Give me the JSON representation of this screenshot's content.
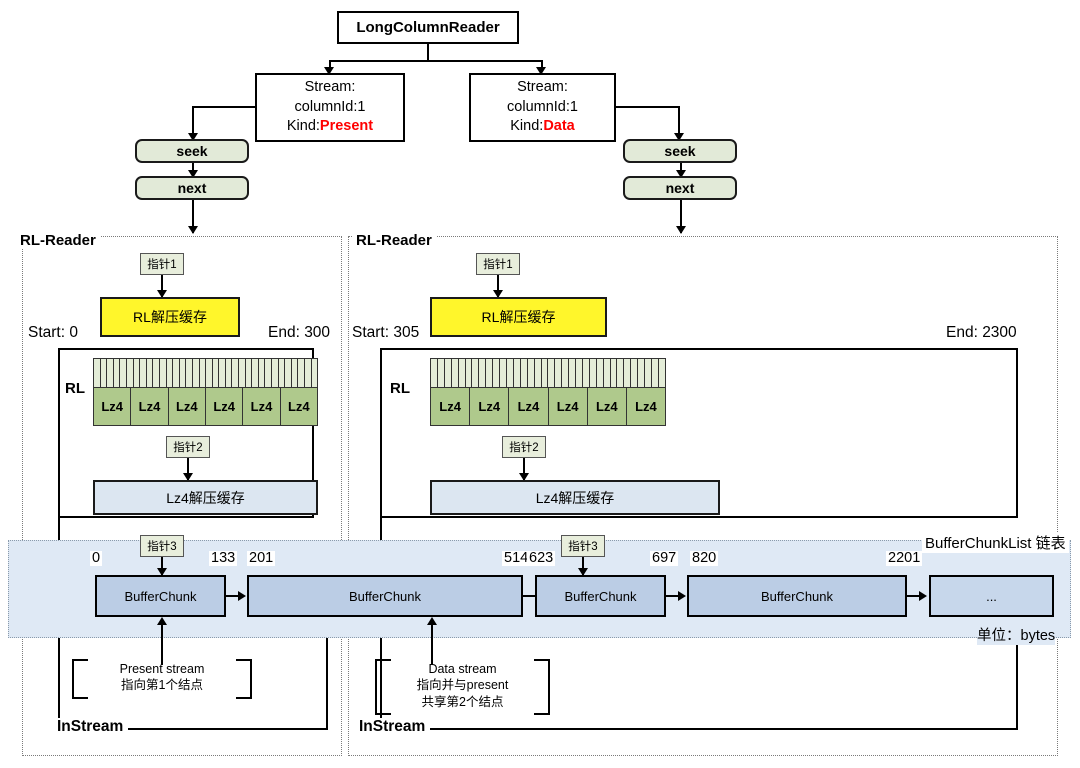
{
  "diagram": {
    "root": {
      "label": "LongColumnReader"
    },
    "streams": [
      {
        "line1": "Stream:",
        "line2": "columnId:1",
        "kind_label": "Kind:",
        "kind_value": "Present"
      },
      {
        "line1": "Stream:",
        "line2": "columnId:1",
        "kind_label": "Kind:",
        "kind_value": "Data"
      }
    ],
    "methods": [
      {
        "seek": "seek",
        "next": "next"
      },
      {
        "seek": "seek",
        "next": "next"
      }
    ],
    "readers": [
      {
        "title": "RL-Reader",
        "pointer1": "指针1",
        "decomp_buffer": "RL解压缓存",
        "start": "Start: 0",
        "end": "End: 300",
        "rl_label": "RL",
        "lz4_blocks": [
          "Lz4",
          "Lz4",
          "Lz4",
          "Lz4",
          "Lz4",
          "Lz4"
        ],
        "fine_cell_count": 34,
        "pointer2": "指针2",
        "lz4_buffer": "Lz4解压缓存",
        "pointer3": "指针3",
        "instream": "InStream",
        "callout": [
          "Present stream",
          "指向第1个结点"
        ]
      },
      {
        "title": "RL-Reader",
        "pointer1": "指针1",
        "decomp_buffer": "RL解压缓存",
        "start": "Start: 305",
        "end": "End: 2300",
        "rl_label": "RL",
        "lz4_blocks": [
          "Lz4",
          "Lz4",
          "Lz4",
          "Lz4",
          "Lz4",
          "Lz4"
        ],
        "fine_cell_count": 34,
        "pointer2": "指针2",
        "lz4_buffer": "Lz4解压缓存",
        "pointer3": "指针3",
        "instream": "InStream",
        "callout": [
          "Data stream",
          "指向并与present",
          "共享第2个结点"
        ]
      }
    ],
    "bufferlist": {
      "title": "BufferChunkList 链表",
      "unit": "单位：bytes",
      "chunks": [
        {
          "label": "BufferChunk",
          "start": "0",
          "end": "133"
        },
        {
          "label": "BufferChunk",
          "start": "201",
          "end": "514"
        },
        {
          "label": "BufferChunk",
          "start": "623",
          "end": "697"
        },
        {
          "label": "BufferChunk",
          "start": "820",
          "end": "2201"
        },
        {
          "label": "...",
          "start": "",
          "end": ""
        }
      ]
    },
    "colors": {
      "yellow_buffer": "#FFF62B",
      "green_method": "#E2EAD8",
      "green_lz4": "#AFC98C",
      "green_fine": "#E4EDD8",
      "blue_chunk": "#BBCDE5",
      "blue_buffer": "#DCE6F1",
      "band": "#DFE9F5",
      "kind_accent": "#FF0000",
      "pointer_box": "#E8EEDC"
    }
  }
}
